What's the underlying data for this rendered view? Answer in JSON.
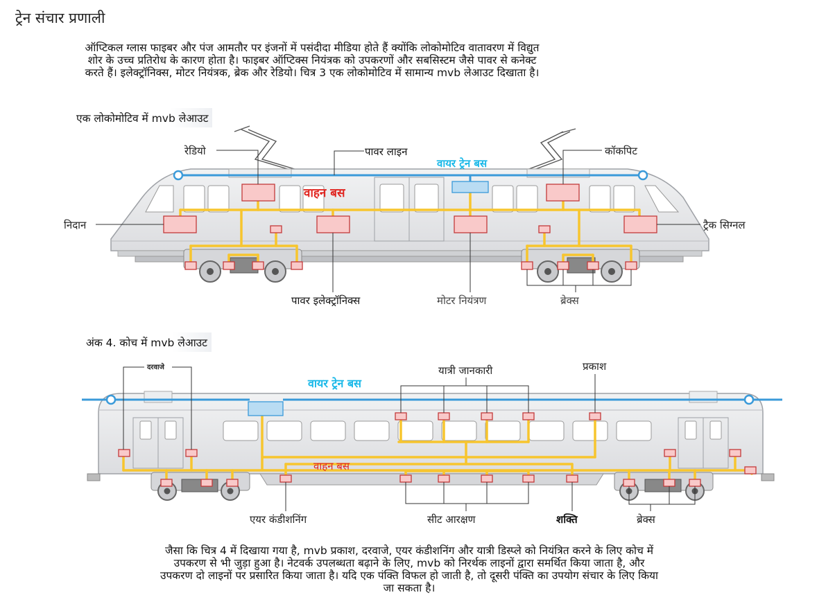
{
  "page": {
    "title": "ट्रेन संचार प्रणाली",
    "intro_lines": [
      "ऑप्टिकल ग्लास फाइबर और पंज आमतौर पर इंजनों में पसंदीदा मीडिया होते हैं क्योंकि लोकोमोटिव वातावरण में विद्युत",
      "शोर के उच्च प्रतिरोध के कारण होता है। फाइबर ऑप्टिक्स नियंत्रक को उपकरणों और सबसिस्टम जैसे पावर से कनेक्ट",
      "करते हैं। इलेक्ट्रॉनिक्स, मोटर नियंत्रक, ब्रेक और रेडियो। चित्र 3 एक लोकोमोटिव में सामान्य mvb लेआउट दिखाता है।"
    ],
    "outro_lines": [
      "जैसा कि चित्र 4 में दिखाया गया है, mvb प्रकाश, दरवाजे, एयर कंडीशनिंग और यात्री डिस्प्ले को नियंत्रित करने के लिए कोच में",
      "उपकरण से भी जुड़ा हुआ है। नेटवर्क उपलब्धता बढ़ाने के लिए, mvb को निरर्थक लाइनों द्वारा समर्थित किया जाता है, और",
      "उपकरण दो लाइनों पर प्रसारित किया जाता है। यदि एक पंक्ति विफल हो जाती है, तो दूसरी पंक्ति का उपयोग संचार के लिए किया",
      "जा सकता है।"
    ]
  },
  "loco": {
    "title": "एक लोकोमोटिव में mvb लेआउट",
    "labels": {
      "radio": "रेडियो",
      "power_line": "पावर लाइन",
      "wire_train_bus": "वायर ट्रेन बस",
      "cockpit": "कॉकपिट",
      "vehicle_bus": "वाहन बस",
      "diagnosis": "निदान",
      "track_signal": "ट्रैक सिग्नल",
      "power_electronics": "पावर इलेक्ट्रॉनिक्स",
      "motor_control": "मोटर नियंत्रण",
      "brakes": "ब्रेक्स"
    }
  },
  "coach": {
    "title": "अंक 4. कोच में mvb लेआउट",
    "labels": {
      "doors": "दरवाजे",
      "wire_train_bus": "वायर ट्रेन बस",
      "passenger_info": "यात्री जानकारी",
      "lighting": "प्रकाश",
      "vehicle_bus": "वाहन बस",
      "air_conditioning": "एयर कंडीशनिंग",
      "seat_reservation": "सीट आरक्षण",
      "power": "शक्ति",
      "brakes": "ब्रेक्स"
    }
  },
  "colors": {
    "bus_yellow": "#f7c52e",
    "wire_bus_blue": "#3a9ad9",
    "wire_label_cyan": "#18b8e8",
    "vehicle_label_red": "#e0241f",
    "device_fill": "#f9c9c9",
    "device_stroke": "#c23a3a",
    "body_grey": "#e6e7e9"
  }
}
